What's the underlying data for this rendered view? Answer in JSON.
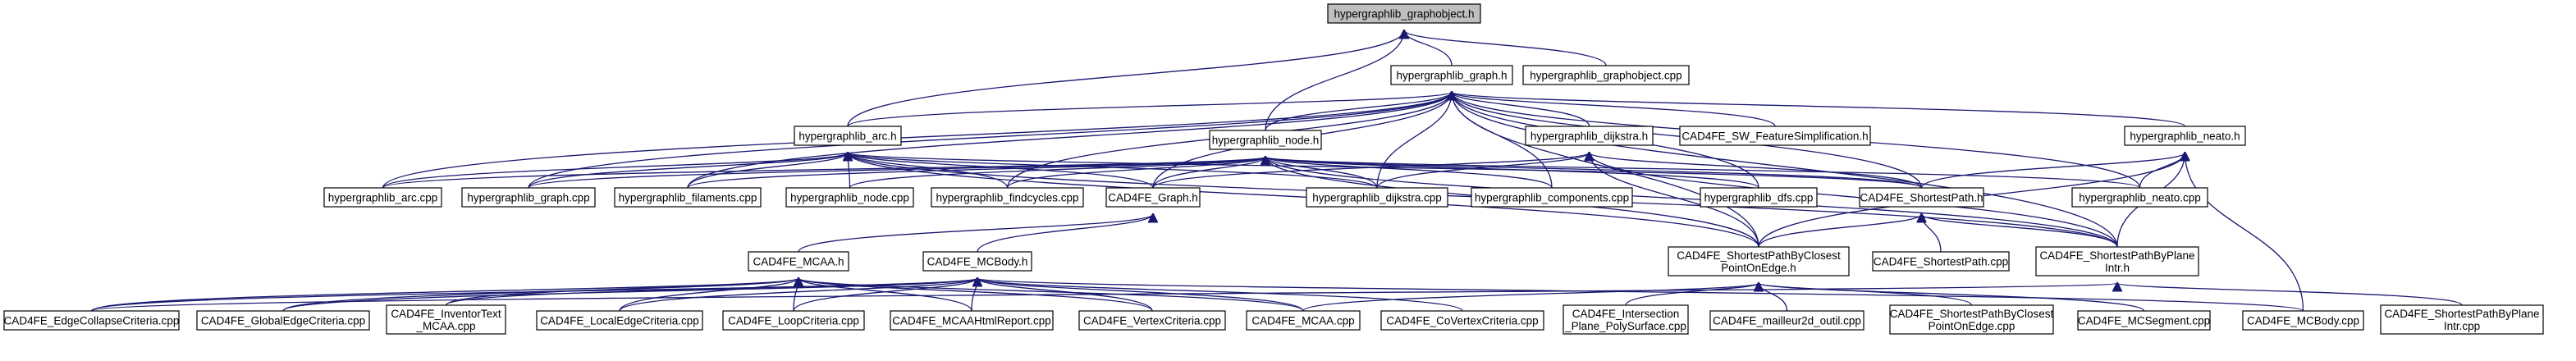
{
  "colors": {
    "edge": "#191970",
    "root_fill": "#bfbfbf",
    "node_fill": "#ffffff",
    "node_border": "#000000"
  },
  "nodes": {
    "graphobject_h": {
      "lines": [
        "hypergraphlib_graphobject.h"
      ],
      "root": true
    },
    "graph_h": {
      "lines": [
        "hypergraphlib_graph.h"
      ]
    },
    "graphobject_cpp": {
      "lines": [
        "hypergraphlib_graphobject.cpp"
      ]
    },
    "arc_h": {
      "lines": [
        "hypergraphlib_arc.h"
      ]
    },
    "node_h": {
      "lines": [
        "hypergraphlib_node.h"
      ]
    },
    "dijkstra_h": {
      "lines": [
        "hypergraphlib_dijkstra.h"
      ]
    },
    "swfeature_h": {
      "lines": [
        "CAD4FE_SW_FeatureSimplification.h"
      ]
    },
    "neato_h": {
      "lines": [
        "hypergraphlib_neato.h"
      ]
    },
    "arc_cpp": {
      "lines": [
        "hypergraphlib_arc.cpp"
      ]
    },
    "graph_cpp": {
      "lines": [
        "hypergraphlib_graph.cpp"
      ]
    },
    "filaments_cpp": {
      "lines": [
        "hypergraphlib_filaments.cpp"
      ]
    },
    "node_cpp": {
      "lines": [
        "hypergraphlib_node.cpp"
      ]
    },
    "findcycles_cpp": {
      "lines": [
        "hypergraphlib_findcycles.cpp"
      ]
    },
    "cadgraph_h": {
      "lines": [
        "CAD4FE_Graph.h"
      ]
    },
    "dijkstra_cpp": {
      "lines": [
        "hypergraphlib_dijkstra.cpp"
      ]
    },
    "components_cpp": {
      "lines": [
        "hypergraphlib_components.cpp"
      ]
    },
    "dfs_cpp": {
      "lines": [
        "hypergraphlib_dfs.cpp"
      ]
    },
    "shortestpath_h": {
      "lines": [
        "CAD4FE_ShortestPath.h"
      ]
    },
    "neato_cpp": {
      "lines": [
        "hypergraphlib_neato.cpp"
      ]
    },
    "mcaa_h": {
      "lines": [
        "CAD4FE_MCAA.h"
      ]
    },
    "mcbody_h": {
      "lines": [
        "CAD4FE_MCBody.h"
      ]
    },
    "spbcp_h": {
      "lines": [
        "CAD4FE_ShortestPathByClosest",
        "PointOnEdge.h"
      ]
    },
    "shortestpath_cpp": {
      "lines": [
        "CAD4FE_ShortestPath.cpp"
      ]
    },
    "spbpi_h": {
      "lines": [
        "CAD4FE_ShortestPathByPlane",
        "Intr.h"
      ]
    },
    "edgecollapse_cpp": {
      "lines": [
        "CAD4FE_EdgeCollapseCriteria.cpp"
      ]
    },
    "globaledge_cpp": {
      "lines": [
        "CAD4FE_GlobalEdgeCriteria.cpp"
      ]
    },
    "inventortext_cpp": {
      "lines": [
        "CAD4FE_InventorText",
        "_MCAA.cpp"
      ]
    },
    "localedge_cpp": {
      "lines": [
        "CAD4FE_LocalEdgeCriteria.cpp"
      ]
    },
    "loop_cpp": {
      "lines": [
        "CAD4FE_LoopCriteria.cpp"
      ]
    },
    "htmlreport_cpp": {
      "lines": [
        "CAD4FE_MCAAHtmlReport.cpp"
      ]
    },
    "vertex_cpp": {
      "lines": [
        "CAD4FE_VertexCriteria.cpp"
      ]
    },
    "mcaa_cpp": {
      "lines": [
        "CAD4FE_MCAA.cpp"
      ]
    },
    "covertex_cpp": {
      "lines": [
        "CAD4FE_CoVertexCriteria.cpp"
      ]
    },
    "intersection_cpp": {
      "lines": [
        "CAD4FE_Intersection",
        "_Plane_PolySurface.cpp"
      ]
    },
    "mailleur_cpp": {
      "lines": [
        "CAD4FE_mailleur2d_outil.cpp"
      ]
    },
    "spbcp_cpp": {
      "lines": [
        "CAD4FE_ShortestPathByClosest",
        "PointOnEdge.cpp"
      ]
    },
    "mcsegment_cpp": {
      "lines": [
        "CAD4FE_MCSegment.cpp"
      ]
    },
    "mcbody_cpp": {
      "lines": [
        "CAD4FE_MCBody.cpp"
      ]
    },
    "spbpi_cpp": {
      "lines": [
        "CAD4FE_ShortestPathByPlane",
        "Intr.cpp"
      ]
    }
  },
  "edges": [
    [
      "graphobject_h",
      "graph_h"
    ],
    [
      "graphobject_h",
      "graphobject_cpp"
    ],
    [
      "graphobject_h",
      "arc_h"
    ],
    [
      "graphobject_h",
      "node_h"
    ],
    [
      "graph_h",
      "arc_h"
    ],
    [
      "graph_h",
      "node_h"
    ],
    [
      "graph_h",
      "dijkstra_h"
    ],
    [
      "graph_h",
      "swfeature_h"
    ],
    [
      "graph_h",
      "neato_h"
    ],
    [
      "graph_h",
      "arc_cpp"
    ],
    [
      "graph_h",
      "graph_cpp"
    ],
    [
      "graph_h",
      "filaments_cpp"
    ],
    [
      "graph_h",
      "findcycles_cpp"
    ],
    [
      "graph_h",
      "cadgraph_h"
    ],
    [
      "graph_h",
      "dijkstra_cpp"
    ],
    [
      "graph_h",
      "components_cpp"
    ],
    [
      "graph_h",
      "dfs_cpp"
    ],
    [
      "graph_h",
      "shortestpath_h"
    ],
    [
      "graph_h",
      "neato_cpp"
    ],
    [
      "graph_h",
      "spbcp_h"
    ],
    [
      "graph_h",
      "spbpi_h"
    ],
    [
      "arc_h",
      "arc_cpp"
    ],
    [
      "arc_h",
      "graph_cpp"
    ],
    [
      "arc_h",
      "filaments_cpp"
    ],
    [
      "arc_h",
      "node_cpp"
    ],
    [
      "arc_h",
      "findcycles_cpp"
    ],
    [
      "arc_h",
      "cadgraph_h"
    ],
    [
      "arc_h",
      "dijkstra_cpp"
    ],
    [
      "arc_h",
      "shortestpath_h"
    ],
    [
      "arc_h",
      "spbcp_h"
    ],
    [
      "arc_h",
      "spbpi_h"
    ],
    [
      "node_h",
      "arc_cpp"
    ],
    [
      "node_h",
      "graph_cpp"
    ],
    [
      "node_h",
      "filaments_cpp"
    ],
    [
      "node_h",
      "node_cpp"
    ],
    [
      "node_h",
      "findcycles_cpp"
    ],
    [
      "node_h",
      "cadgraph_h"
    ],
    [
      "node_h",
      "dijkstra_cpp"
    ],
    [
      "node_h",
      "components_cpp"
    ],
    [
      "node_h",
      "dfs_cpp"
    ],
    [
      "node_h",
      "shortestpath_h"
    ],
    [
      "node_h",
      "neato_cpp"
    ],
    [
      "node_h",
      "spbcp_h"
    ],
    [
      "node_h",
      "spbpi_h"
    ],
    [
      "dijkstra_h",
      "dijkstra_cpp"
    ],
    [
      "dijkstra_h",
      "shortestpath_h"
    ],
    [
      "dijkstra_h",
      "cadgraph_h"
    ],
    [
      "dijkstra_h",
      "spbcp_h"
    ],
    [
      "dijkstra_h",
      "spbpi_h"
    ],
    [
      "neato_h",
      "neato_cpp"
    ],
    [
      "neato_h",
      "shortestpath_h"
    ],
    [
      "neato_h",
      "spbcp_h"
    ],
    [
      "neato_h",
      "spbpi_h"
    ],
    [
      "neato_h",
      "mcbody_cpp"
    ],
    [
      "cadgraph_h",
      "mcaa_h"
    ],
    [
      "cadgraph_h",
      "mcbody_h"
    ],
    [
      "shortestpath_h",
      "shortestpath_cpp"
    ],
    [
      "shortestpath_h",
      "spbcp_h"
    ],
    [
      "shortestpath_h",
      "spbpi_h"
    ],
    [
      "mcaa_h",
      "edgecollapse_cpp"
    ],
    [
      "mcaa_h",
      "globaledge_cpp"
    ],
    [
      "mcaa_h",
      "inventortext_cpp"
    ],
    [
      "mcaa_h",
      "localedge_cpp"
    ],
    [
      "mcaa_h",
      "loop_cpp"
    ],
    [
      "mcaa_h",
      "htmlreport_cpp"
    ],
    [
      "mcaa_h",
      "vertex_cpp"
    ],
    [
      "mcaa_h",
      "mcaa_cpp"
    ],
    [
      "mcbody_h",
      "edgecollapse_cpp"
    ],
    [
      "mcbody_h",
      "globaledge_cpp"
    ],
    [
      "mcbody_h",
      "inventortext_cpp"
    ],
    [
      "mcbody_h",
      "localedge_cpp"
    ],
    [
      "mcbody_h",
      "loop_cpp"
    ],
    [
      "mcbody_h",
      "htmlreport_cpp"
    ],
    [
      "mcbody_h",
      "vertex_cpp"
    ],
    [
      "mcbody_h",
      "mcaa_cpp"
    ],
    [
      "mcbody_h",
      "covertex_cpp"
    ],
    [
      "mcbody_h",
      "mcbody_cpp"
    ],
    [
      "spbcp_h",
      "mcaa_cpp"
    ],
    [
      "spbcp_h",
      "intersection_cpp"
    ],
    [
      "spbcp_h",
      "mailleur_cpp"
    ],
    [
      "spbcp_h",
      "spbcp_cpp"
    ],
    [
      "spbcp_h",
      "mcsegment_cpp"
    ],
    [
      "spbpi_h",
      "spbpi_cpp"
    ],
    [
      "spbpi_h",
      "edgecollapse_cpp"
    ]
  ]
}
